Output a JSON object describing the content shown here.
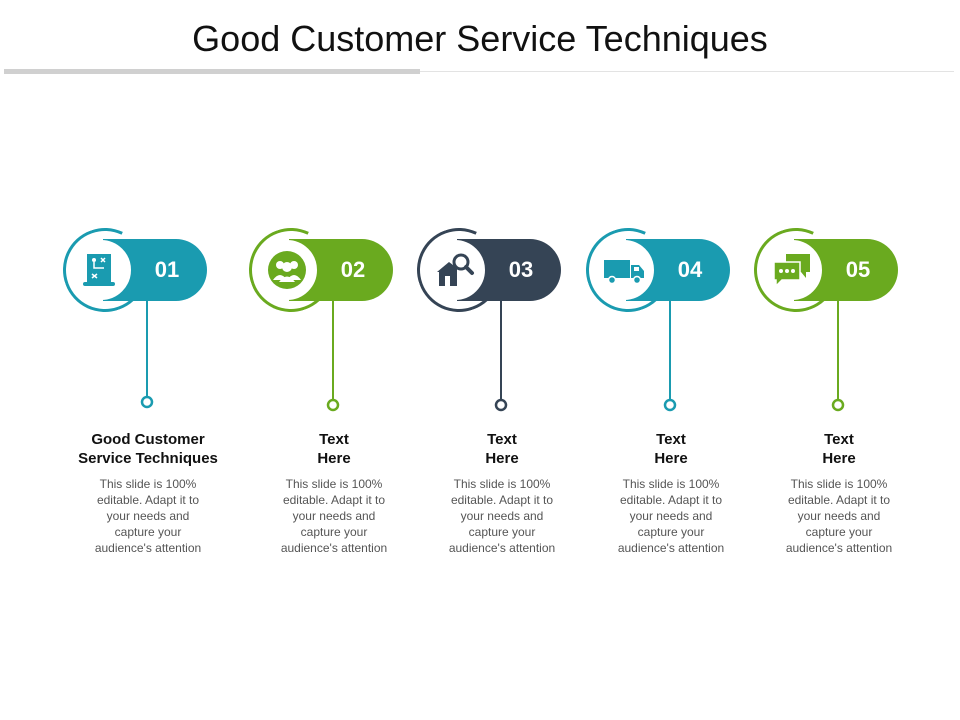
{
  "title": "Good Customer Service Techniques",
  "colors": {
    "teal": "#1a9bb0",
    "green": "#6aaa1f",
    "navy": "#354455"
  },
  "steps": [
    {
      "number": "01",
      "label_line1": "Good Customer",
      "label_line2": "Service Techniques",
      "desc_line1": "This slide is 100%",
      "desc_line2": "editable. Adapt it to",
      "desc_line3": "your needs and",
      "desc_line4": "capture your",
      "desc_line5": "audience's attention",
      "color": "#1a9bb0",
      "icon": "flowchart-board-icon"
    },
    {
      "number": "02",
      "label_line1": "Text",
      "label_line2": "Here",
      "desc_line1": "This slide is 100%",
      "desc_line2": "editable. Adapt it to",
      "desc_line3": "your needs and",
      "desc_line4": "capture your",
      "desc_line5": "audience's attention",
      "color": "#6aaa1f",
      "icon": "user-group-icon"
    },
    {
      "number": "03",
      "label_line1": "Text",
      "label_line2": "Here",
      "desc_line1": "This slide is 100%",
      "desc_line2": "editable. Adapt it to",
      "desc_line3": "your needs and",
      "desc_line4": "capture your",
      "desc_line5": "audience's attention",
      "color": "#354455",
      "icon": "house-search-icon"
    },
    {
      "number": "04",
      "label_line1": "Text",
      "label_line2": "Here",
      "desc_line1": "This slide is 100%",
      "desc_line2": "editable. Adapt it to",
      "desc_line3": "your needs and",
      "desc_line4": "capture your",
      "desc_line5": "audience's attention",
      "color": "#1a9bb0",
      "icon": "delivery-truck-icon"
    },
    {
      "number": "05",
      "label_line1": "Text",
      "label_line2": "Here",
      "desc_line1": "This slide is 100%",
      "desc_line2": "editable. Adapt it to",
      "desc_line3": "your needs and",
      "desc_line4": "capture your",
      "desc_line5": "audience's attention",
      "color": "#6aaa1f",
      "icon": "chat-bubbles-icon"
    }
  ]
}
